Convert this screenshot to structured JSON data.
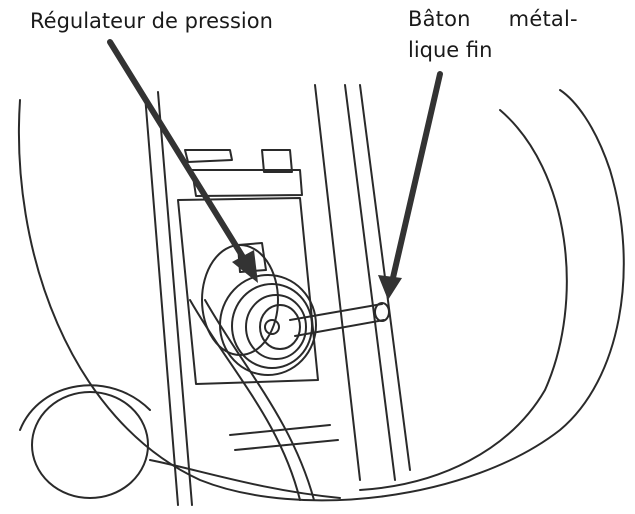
{
  "labels": {
    "pressure_regulator": "Régulateur de pression",
    "thin_rod_line1_a": "Bâton",
    "thin_rod_line1_b": "métal-",
    "thin_rod_line2": "lique fin"
  },
  "colors": {
    "line": "#2a2a2a",
    "arrow": "#333333",
    "background": "#ffffff"
  }
}
